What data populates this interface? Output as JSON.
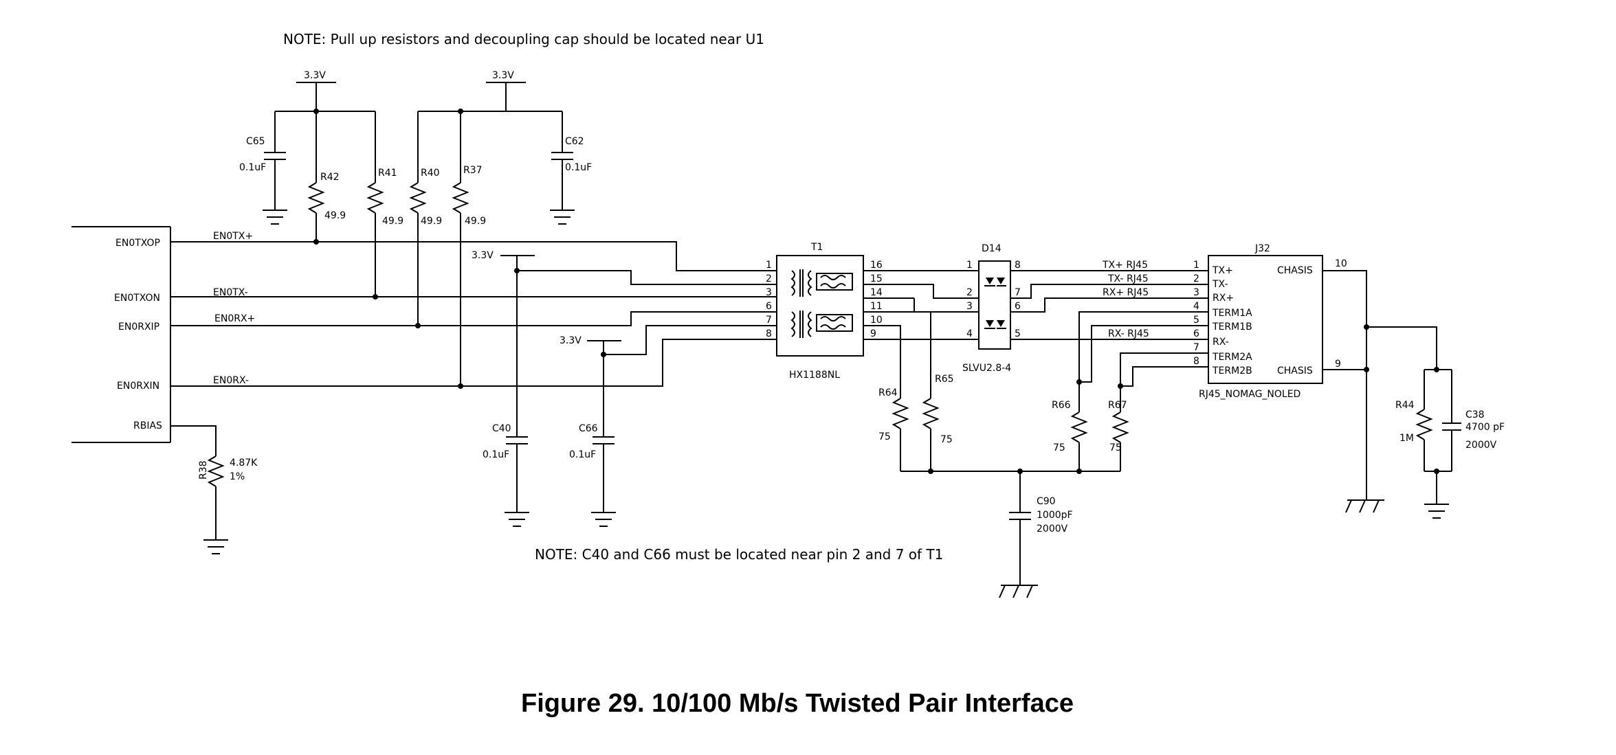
{
  "notes": {
    "top": "NOTE: Pull up resistors and decoupling cap should be located near U1",
    "bottom": "NOTE: C40  and C66 must be located near pin 2 and 7 of T1"
  },
  "caption": "Figure 29.  10/100 Mb/s Twisted Pair Interface",
  "power": {
    "rail": "3.3V"
  },
  "u1": {
    "pins": [
      "EN0TXOP",
      "EN0TXON",
      "EN0RXIP",
      "EN0RXIN",
      "RBIAS"
    ],
    "nets": [
      "EN0TX+",
      "EN0TX-",
      "EN0RX+",
      "EN0RX-"
    ]
  },
  "parts": {
    "C65": {
      "ref": "C65",
      "value": "0.1uF"
    },
    "C62": {
      "ref": "C62",
      "value": "0.1uF"
    },
    "R42": {
      "ref": "R42",
      "value": "49.9"
    },
    "R41": {
      "ref": "R41",
      "value": "49.9"
    },
    "R40": {
      "ref": "R40",
      "value": "49.9"
    },
    "R37": {
      "ref": "R37",
      "value": "49.9"
    },
    "R38": {
      "ref": "R38",
      "value": "4.87K",
      "tol": "1%"
    },
    "C40": {
      "ref": "C40",
      "value": "0.1uF"
    },
    "C66": {
      "ref": "C66",
      "value": "0.1uF"
    },
    "T1": {
      "ref": "T1",
      "part": "HX1188NL",
      "left_pins": [
        "1",
        "2",
        "3",
        "6",
        "7",
        "8"
      ],
      "right_pins": [
        "16",
        "15",
        "14",
        "11",
        "10",
        "9"
      ]
    },
    "D14": {
      "ref": "D14",
      "part": "SLVU2.8-4",
      "left_pins": [
        "1",
        "2",
        "3",
        "4"
      ],
      "right_pins": [
        "8",
        "7",
        "6",
        "5"
      ]
    },
    "R64": {
      "ref": "R64",
      "value": "75"
    },
    "R65": {
      "ref": "R65",
      "value": "75"
    },
    "R66": {
      "ref": "R66",
      "value": "75"
    },
    "R67": {
      "ref": "R67",
      "value": "75"
    },
    "C90": {
      "ref": "C90",
      "value": "1000pF",
      "voltage": "2000V"
    },
    "J32": {
      "ref": "J32",
      "part": "RJ45_NOMAG_NOLED",
      "pin_numbers": [
        "1",
        "2",
        "3",
        "4",
        "5",
        "6",
        "7",
        "8"
      ],
      "pin_names": [
        "TX+",
        "TX-",
        "RX+",
        "TERM1A",
        "TERM1B",
        "RX-",
        "TERM2A",
        "TERM2B"
      ],
      "chasis": "CHASIS",
      "chasis_pins": [
        "10",
        "9"
      ]
    },
    "R44": {
      "ref": "R44",
      "value": "1M"
    },
    "C38": {
      "ref": "C38",
      "value": "4700 pF",
      "voltage": "2000V"
    }
  },
  "rj45_nets": [
    "TX+  RJ45",
    "TX-  RJ45",
    "RX+  RJ45",
    "RX-  RJ45"
  ]
}
